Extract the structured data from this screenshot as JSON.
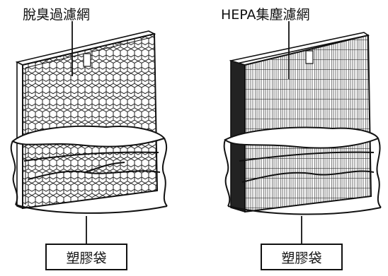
{
  "left_filter": {
    "label": "脫臭過濾網",
    "bag_label": "塑膠袋"
  },
  "right_filter": {
    "label": "HEPA集塵濾網",
    "bag_label": "塑膠袋"
  },
  "colors": {
    "line": "#111111",
    "frame_dark": "#222222",
    "background": "#ffffff"
  }
}
